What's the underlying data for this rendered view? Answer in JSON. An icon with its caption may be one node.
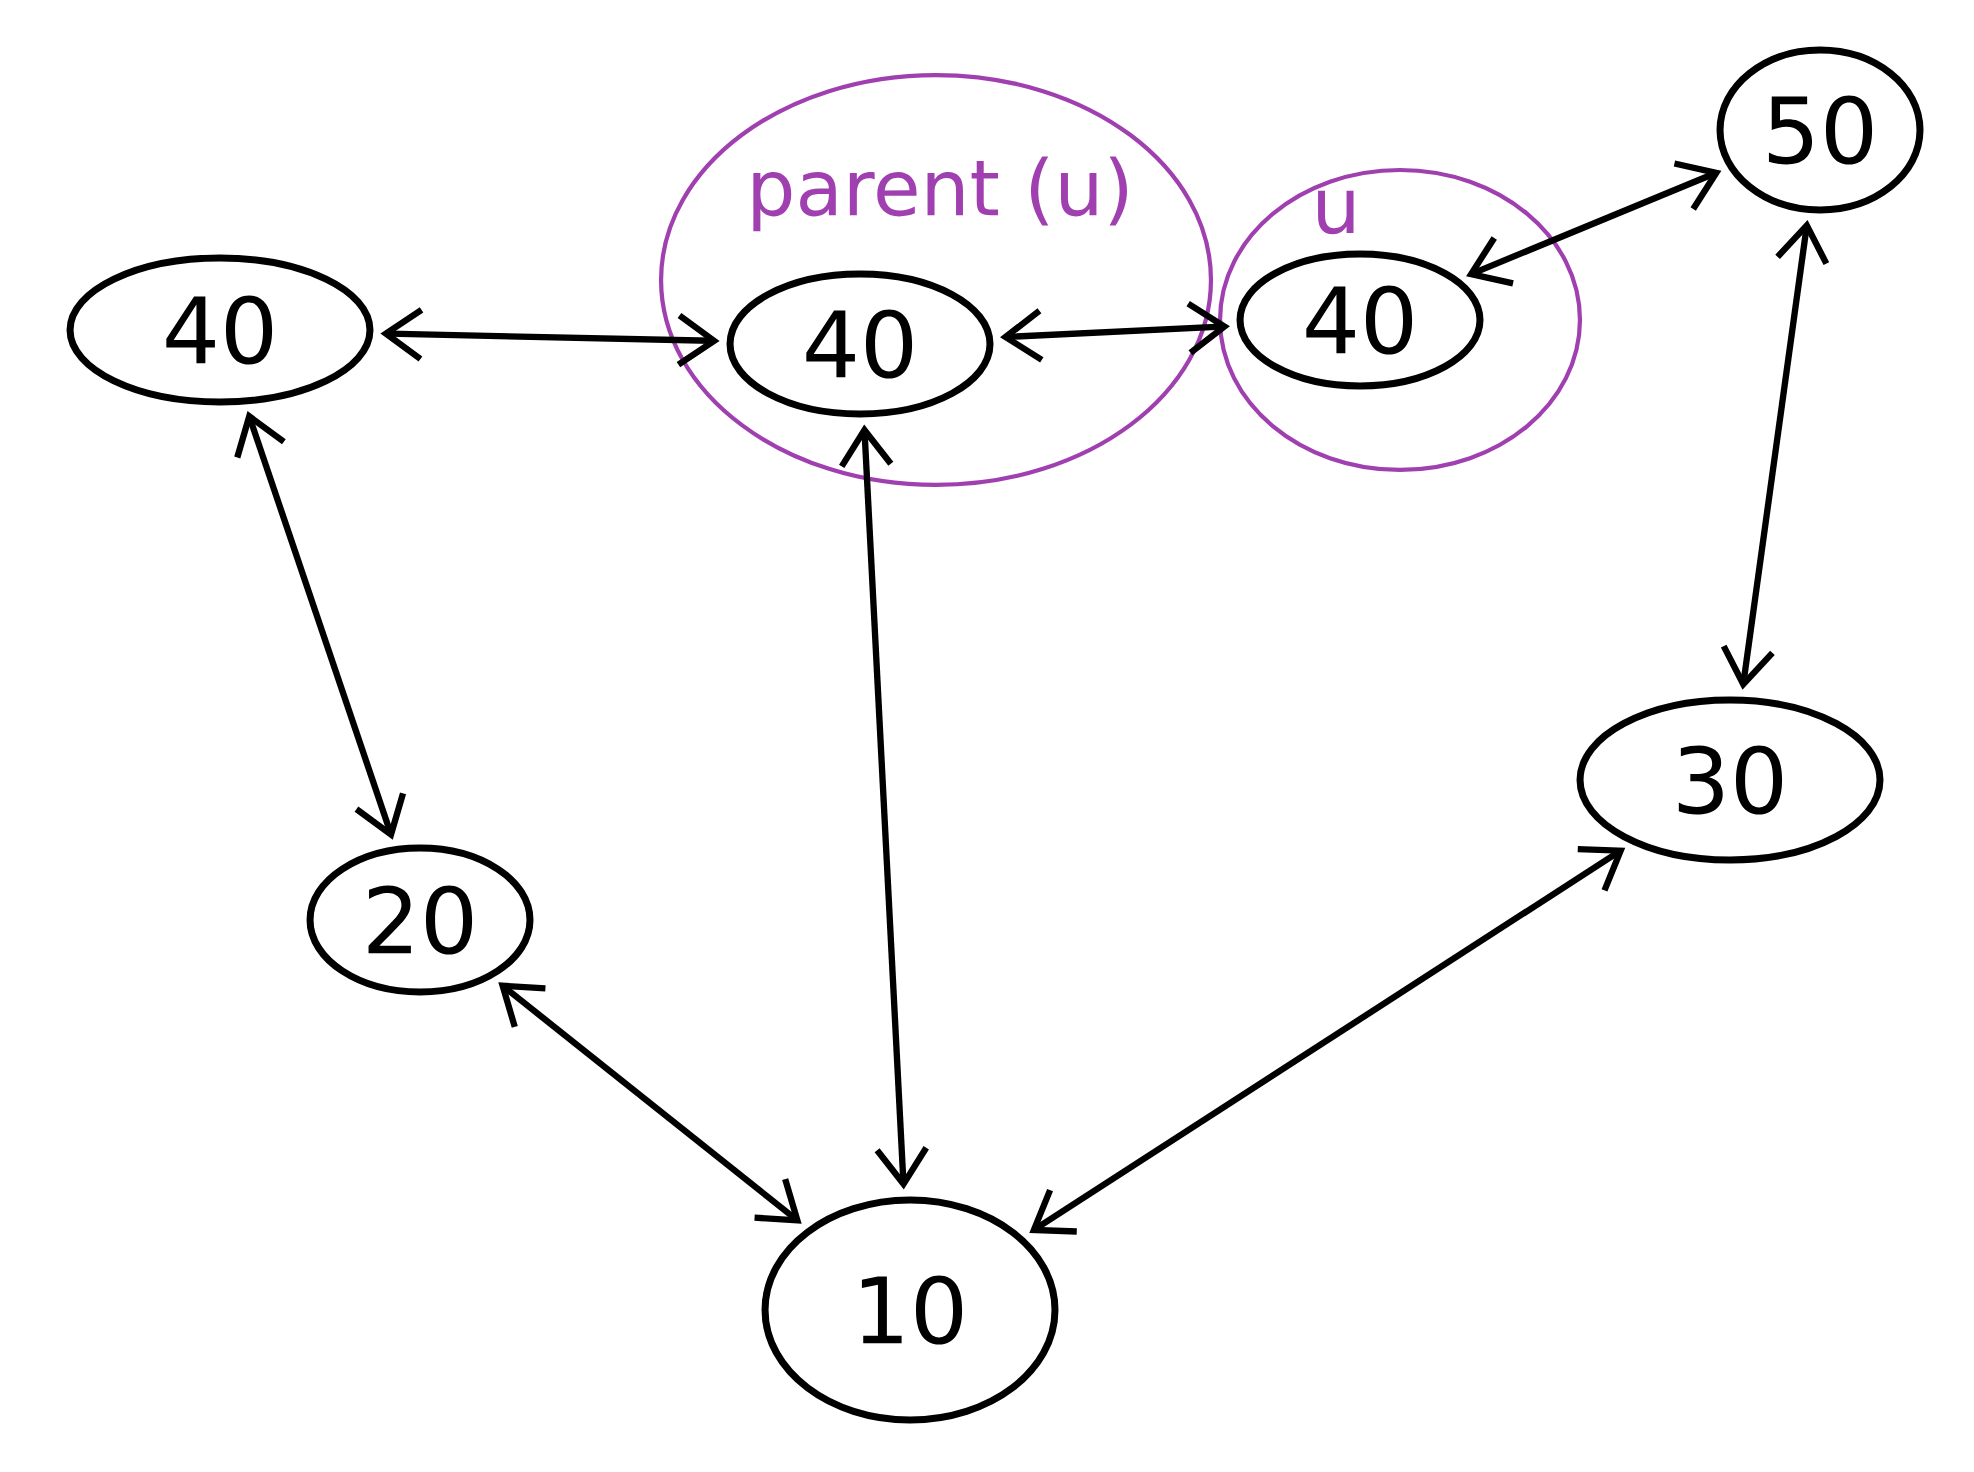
{
  "diagram": {
    "nodes": [
      {
        "text": [
          "40"
        ]
      },
      {
        "text": [
          "parent (u)"
        ]
      },
      {
        "text": [
          "40"
        ],
        "in": 1
      },
      {
        "text": [
          "u"
        ]
      },
      {
        "text": [
          "40"
        ],
        "in": 3
      },
      {
        "text": [
          "50"
        ]
      },
      {
        "text": [
          "20"
        ]
      },
      {
        "text": [
          "30"
        ]
      },
      {
        "text": [
          "10"
        ]
      }
    ],
    "edges": [
      {
        "from": 0,
        "to": 2,
        "arrow": "both"
      },
      {
        "from": 4,
        "to": 2,
        "arrow": "both"
      },
      {
        "from": 4,
        "to": 5,
        "arrow": "both"
      },
      {
        "from": 5,
        "to": 7,
        "arrow": "both"
      },
      {
        "from": 0,
        "to": 6,
        "arrow": "both"
      },
      {
        "from": 2,
        "to": 8,
        "arrow": "both"
      },
      {
        "from": 6,
        "to": 8,
        "arrow": "both"
      },
      {
        "from": 8,
        "to": 7,
        "arrow": "both"
      }
    ]
  }
}
